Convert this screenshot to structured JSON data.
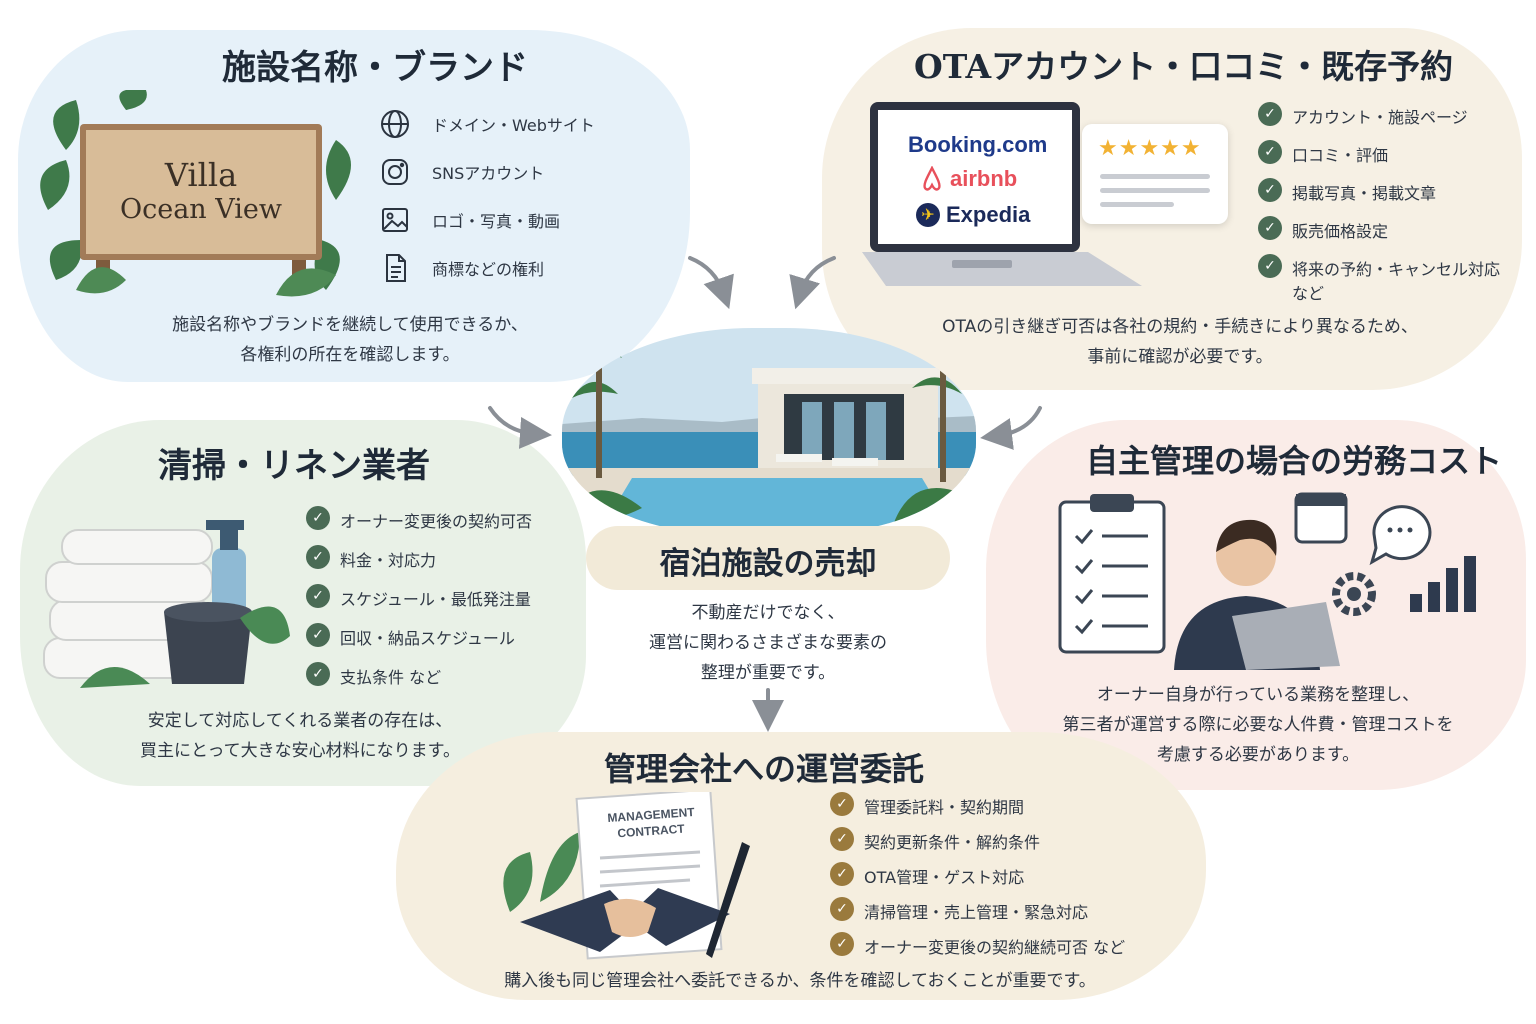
{
  "brand": {
    "title": "施設名称・ブランド",
    "sign_line1": "Villa",
    "sign_line2": "Ocean View",
    "items": [
      {
        "icon": "globe-icon",
        "label": "ドメイン・Webサイト"
      },
      {
        "icon": "instagram-icon",
        "label": "SNSアカウント"
      },
      {
        "icon": "image-icon",
        "label": "ロゴ・写真・動画"
      },
      {
        "icon": "document-icon",
        "label": "商標などの権利"
      }
    ],
    "desc_line1": "施設名称やブランドを継続して使用できるか、",
    "desc_line2": "各権利の所在を確認します。"
  },
  "ota": {
    "title": "OTAアカウント・口コミ・既存予約",
    "logos": [
      "Booking.com",
      "airbnb",
      "Expedia"
    ],
    "items": [
      "アカウント・施設ページ",
      "口コミ・評価",
      "掲載写真・掲載文章",
      "販売価格設定",
      "将来の予約・キャンセル対応"
    ],
    "items_suffix": "など",
    "desc_line1": "OTAの引き継ぎ可否は各社の規約・手続きにより異なるため、",
    "desc_line2": "事前に確認が必要です。"
  },
  "center": {
    "title": "宿泊施設の売却",
    "desc_line1": "不動産だけでなく、",
    "desc_line2": "運営に関わるさまざまな要素の",
    "desc_line3": "整理が重要です。"
  },
  "cleaning": {
    "title": "清掃・リネン業者",
    "items": [
      "オーナー変更後の契約可否",
      "料金・対応力",
      "スケジュール・最低発注量",
      "回収・納品スケジュール",
      "支払条件 など"
    ],
    "desc_line1": "安定して対応してくれる業者の存在は、",
    "desc_line2": "買主にとって大きな安心材料になります。"
  },
  "labor": {
    "title": "自主管理の場合の労務コスト",
    "desc_line1": "オーナー自身が行っている業務を整理し、",
    "desc_line2": "第三者が運営する際に必要な人件費・管理コストを",
    "desc_line3": "考慮する必要があります。"
  },
  "management": {
    "title": "管理会社への運営委託",
    "contract_line1": "MANAGEMENT",
    "contract_line2": "CONTRACT",
    "items": [
      "管理委託料・契約期間",
      "契約更新条件・解約条件",
      "OTA管理・ゲスト対応",
      "清掃管理・売上管理・緊急対応",
      "オーナー変更後の契約継続可否 など"
    ],
    "desc": "購入後も同じ管理会社へ委託できるか、条件を確認しておくことが重要です。"
  },
  "colors": {
    "brand_bg": "#e6f1f9",
    "ota_bg": "#f6f0e4",
    "clean_bg": "#e9f1e7",
    "labor_bg": "#faece8",
    "mgmt_bg": "#f5eedf",
    "check_green": "#4a6b55",
    "check_gold": "#9a7a3d"
  }
}
